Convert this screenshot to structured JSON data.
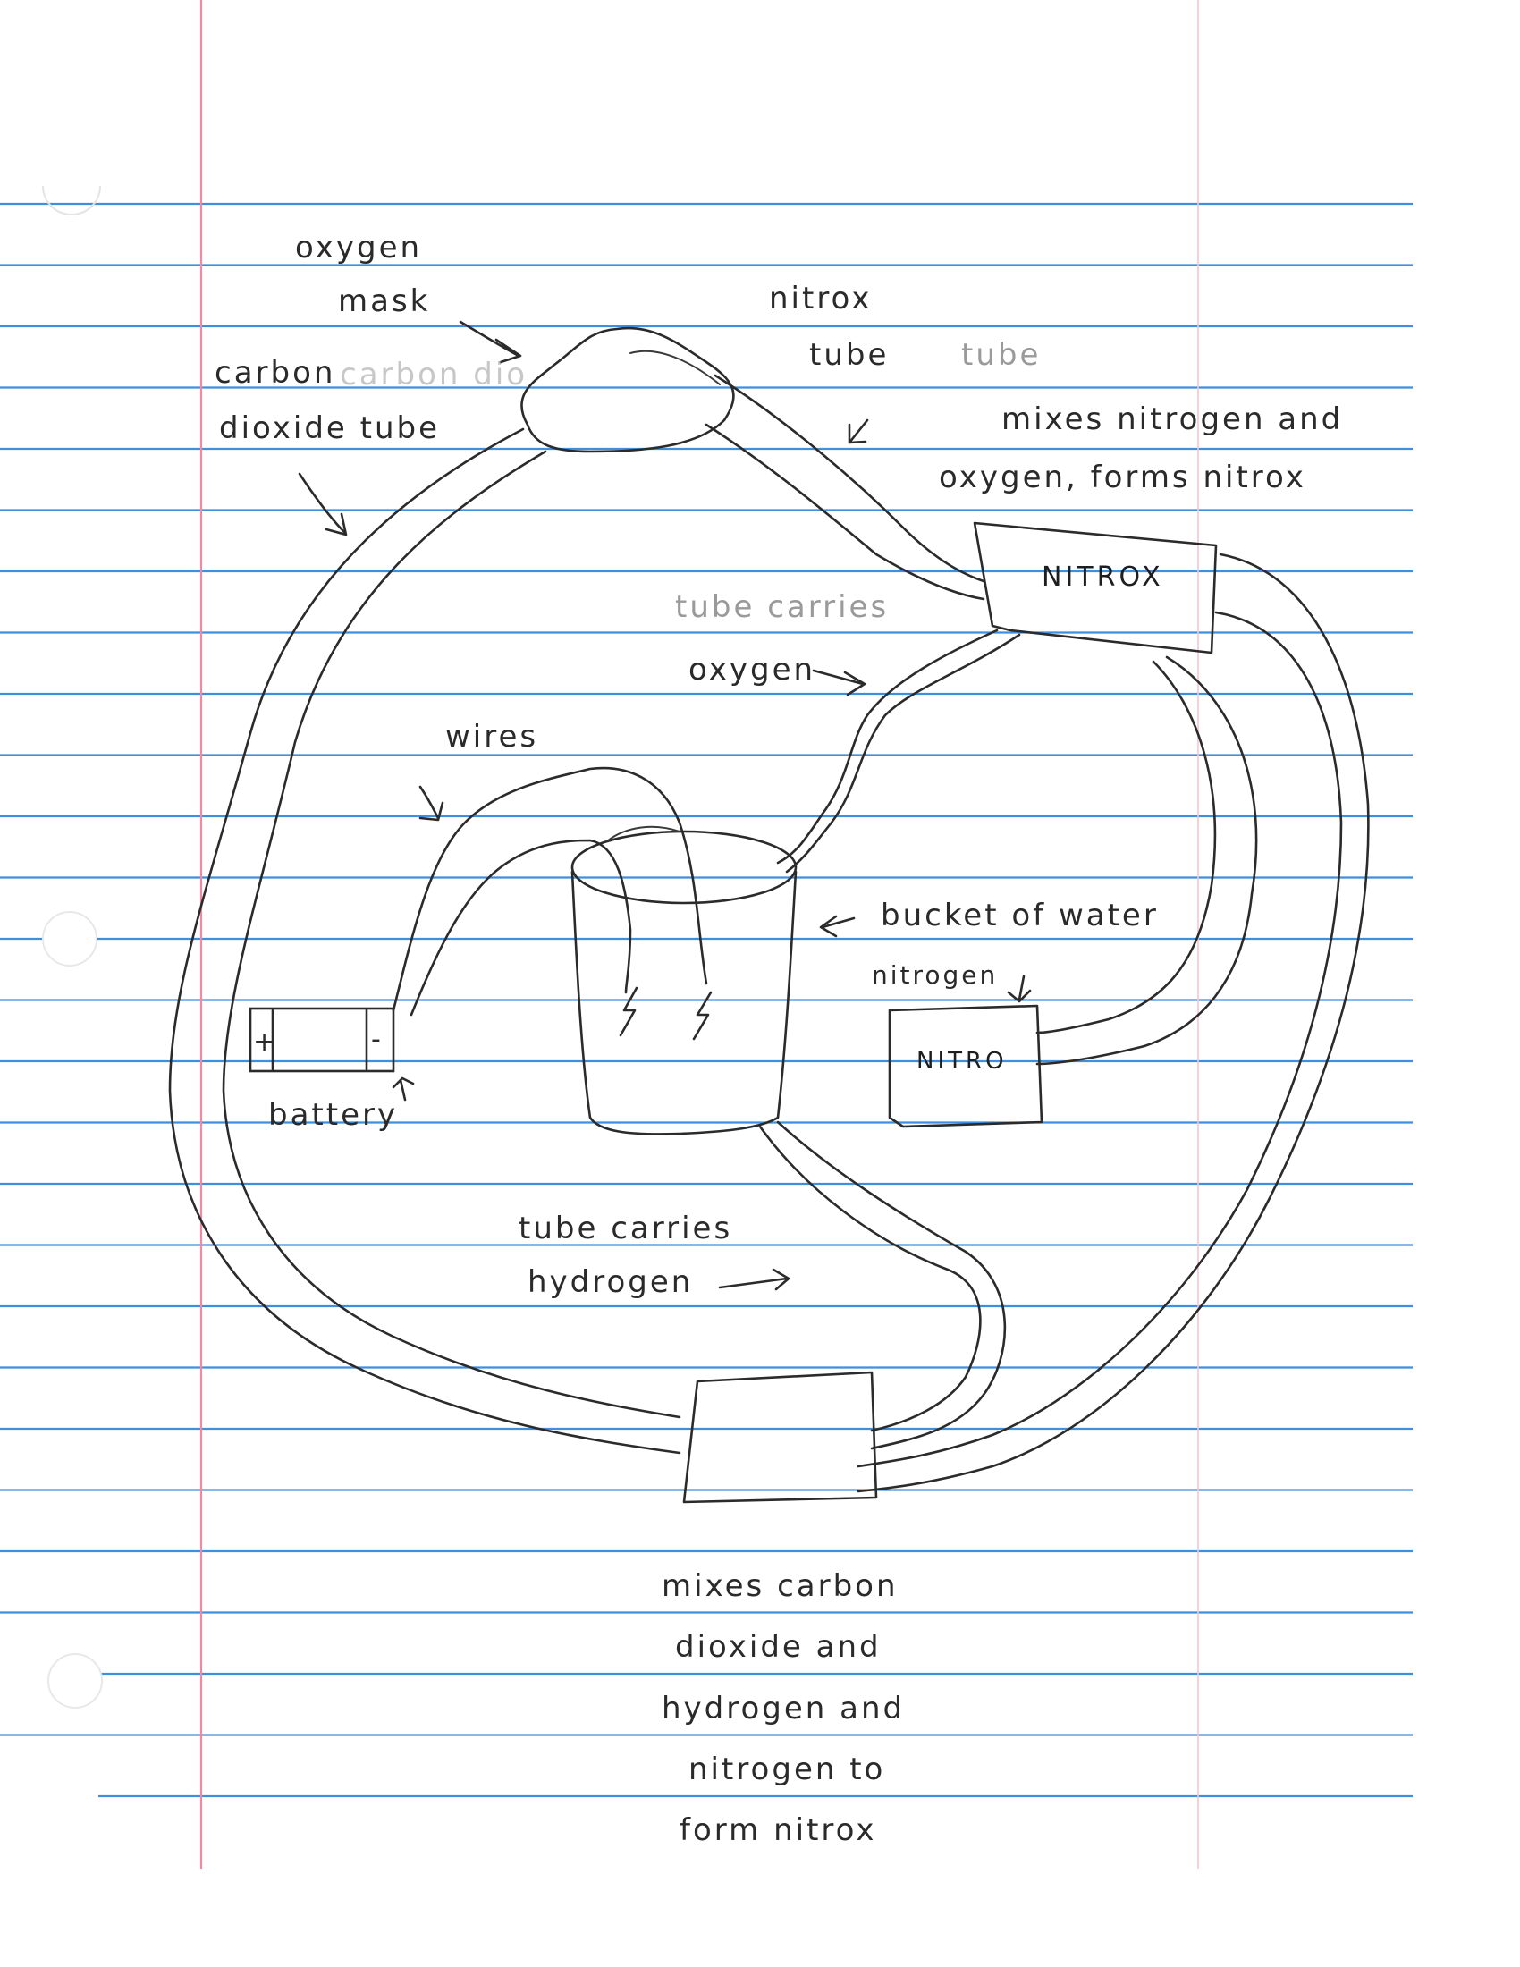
{
  "diagram": {
    "labels": {
      "oxygen_mask": [
        "oxygen",
        "mask"
      ],
      "nitrox_tube": [
        "nitrox",
        "tube"
      ],
      "nitrox_tube_faint": "tube",
      "co2_tube_faint": "carbon dio",
      "co2_tube": [
        "carbon",
        "dioxide tube"
      ],
      "mixer_top": [
        "mixes nitrogen and",
        "oxygen, forms nitrox"
      ],
      "oxygen_tube": [
        "tube carries",
        "oxygen"
      ],
      "wires": "wires",
      "bucket": "bucket of water",
      "nitrogen": "nitrogen",
      "battery": "battery",
      "hydrogen_tube": [
        "tube carries",
        "hydrogen"
      ],
      "mixer_bottom": [
        "mixes carbon",
        "dioxide and",
        "hydrogen and",
        "nitrogen to",
        "form nitrox"
      ]
    },
    "boxes": {
      "nitrox": "NITROX",
      "nitro": "NITRO",
      "battery_plus": "+",
      "battery_minus": "-"
    }
  },
  "colors": {
    "paper": "#ffffff",
    "rule_lines": "#3f8fdc",
    "margin_line": "#f08aa0",
    "pencil": "#2b2b2b"
  },
  "icons": {
    "spark_left": "lightning-icon",
    "spark_right": "lightning-icon"
  }
}
